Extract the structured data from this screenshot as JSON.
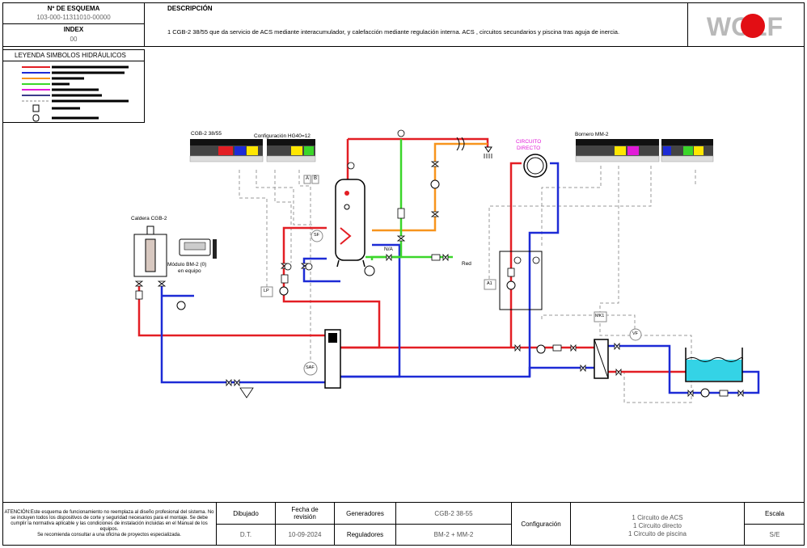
{
  "header": {
    "scheme_label": "Nº DE ESQUEMA",
    "scheme_number": "103-000-11311010-00000",
    "index_label": "INDEX",
    "index_value": "00",
    "description_label": "DESCRIPCIÓN",
    "description_text": "1 CGB-2 38/55 que da servicio de ACS mediante interacumulador, y calefacción mediante regulación interna. ACS , circuitos secundarios y piscina  tras aguja de inercia.",
    "logo_text": "WOLF"
  },
  "legend": {
    "title": "LEYENDA SIMBOLOS HIDRÁULICOS",
    "colors": {
      "red": "#e31e24",
      "blue": "#1d2bd6",
      "orange": "#f7941d",
      "green": "#3bd62a",
      "magenta": "#e21bd8",
      "dark": "#3a3a8a"
    }
  },
  "labels": {
    "boiler": "Caldera CGB-2",
    "module_bm2": "Módulo BM-2 (0)",
    "module_bm2_sub": "en equipo",
    "terminal_cgb": "CGB-2 38/55",
    "config_hg": "Configuración HG40=12",
    "terminal_mm2": "Bornero MM-2",
    "direct_circuit_1": "CIRCUITO",
    "direct_circuit_2": "DIRECTO",
    "red_label": "Red",
    "na_label": "N/A",
    "sensor_sf": "SF",
    "sensor_lp": "LP",
    "sensor_saf": "SAF",
    "sensor_a1": "A1",
    "sensor_vf": "VF",
    "sensor_mk1": "MK1",
    "term_a": "A",
    "term_b": "B"
  },
  "footer": {
    "warning_1": "ATENCIÓN:Este esquema de funcionamiento no reemplaza al diseño profesional del sistema. No se incluyen todos los dispositivos de corte y seguridad necesarios para el montaje. Se debe cumplir la normativa aplicable y las condiciones de instalación incluidas en el Manual de los equipos.",
    "warning_2": "Se recomienda consultar a una oficina de proyectos especializada.",
    "drawn_label": "Dibujado",
    "drawn_value": "D.T.",
    "revision_label": "Fecha de revisión",
    "revision_value": "10-09-2024",
    "generators_label": "Generadores",
    "generators_value": "CGB-2 38-55",
    "regulators_label": "Reguladores",
    "regulators_value": "BM-2 + MM-2",
    "config_label": "Configuración",
    "config_line1": "1 Circuito de ACS",
    "config_line2": "1 Circuito directo",
    "config_line3": "1 Circuito de piscina",
    "scale_label": "Escala",
    "scale_value": "S/E"
  }
}
